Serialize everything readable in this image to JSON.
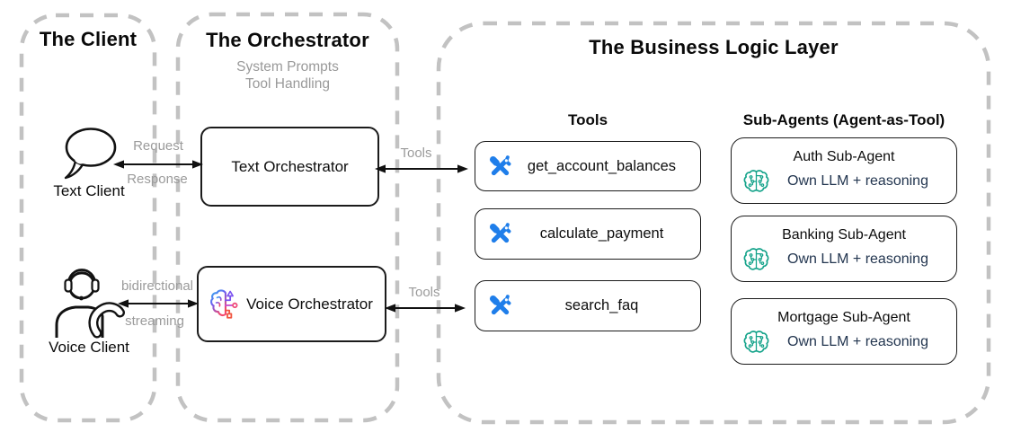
{
  "zones": {
    "client": {
      "title": "The Client"
    },
    "orchestrator": {
      "title": "The Orchestrator",
      "note_line1": "System Prompts",
      "note_line2": "Tool Handling"
    },
    "business": {
      "title": "The Business Logic Layer"
    }
  },
  "clients": {
    "text": {
      "label": "Text Client"
    },
    "voice": {
      "label": "Voice Client"
    }
  },
  "orchestrators": {
    "text": {
      "label": "Text Orchestrator"
    },
    "voice": {
      "label": "Voice Orchestrator"
    }
  },
  "edges": {
    "text_link": {
      "top_label": "Request",
      "bottom_label": "Response"
    },
    "voice_link": {
      "top_label": "bidirectional",
      "bottom_label": "streaming"
    },
    "text_tools_link": {
      "label": "Tools"
    },
    "voice_tools_link": {
      "label": "Tools"
    }
  },
  "tools": {
    "header": "Tools",
    "items": [
      {
        "label": "get_account_balances"
      },
      {
        "label": "calculate_payment"
      },
      {
        "label": "search_faq"
      }
    ]
  },
  "sub_agents": {
    "header": "Sub-Agents (Agent-as-Tool)",
    "items": [
      {
        "title": "Auth Sub-Agent",
        "subtitle": "Own LLM + reasoning"
      },
      {
        "title": "Banking Sub-Agent",
        "subtitle": "Own LLM + reasoning"
      },
      {
        "title": "Mortgage Sub-Agent",
        "subtitle": "Own LLM + reasoning"
      }
    ]
  },
  "icons": {
    "text_client": "speech-bubble-icon",
    "voice_client": "headset-person-phone-icon",
    "voice_orchestrator": "gradient-brain-circuit-icon",
    "tool": "crossed-tools-icon",
    "sub_agent": "teal-brain-circuit-icon"
  },
  "colors": {
    "tool_icon_blue": "#1f7eea",
    "agent_icon_teal": "#14a38a",
    "agent_subtitle_navy": "#22354f",
    "muted_label_gray": "#9b9b9b",
    "dashed_border_gray": "#c2c2c2",
    "line_black": "#111111"
  }
}
